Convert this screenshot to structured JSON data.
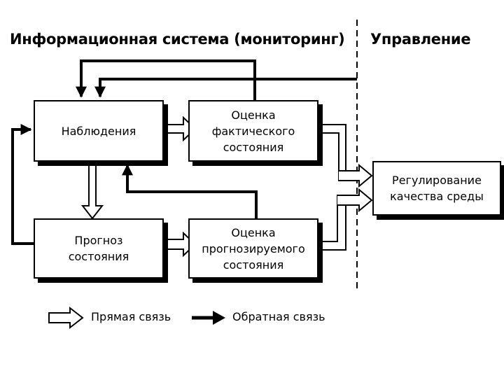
{
  "header": {
    "left_title": "Информационная система (мониторинг)",
    "right_title": "Управление"
  },
  "boxes": {
    "observation": [
      "Наблюдения"
    ],
    "eval_actual": [
      "Оценка",
      "фактического",
      "состояния"
    ],
    "forecast": [
      "Прогноз",
      "состояния"
    ],
    "eval_forecast": [
      "Оценка",
      "прогнозируемого",
      "состояния"
    ],
    "regulation": [
      "Регулирование",
      "качества среды"
    ]
  },
  "legend": {
    "direct": "Прямая связь",
    "feedback": "Обратная связь"
  }
}
